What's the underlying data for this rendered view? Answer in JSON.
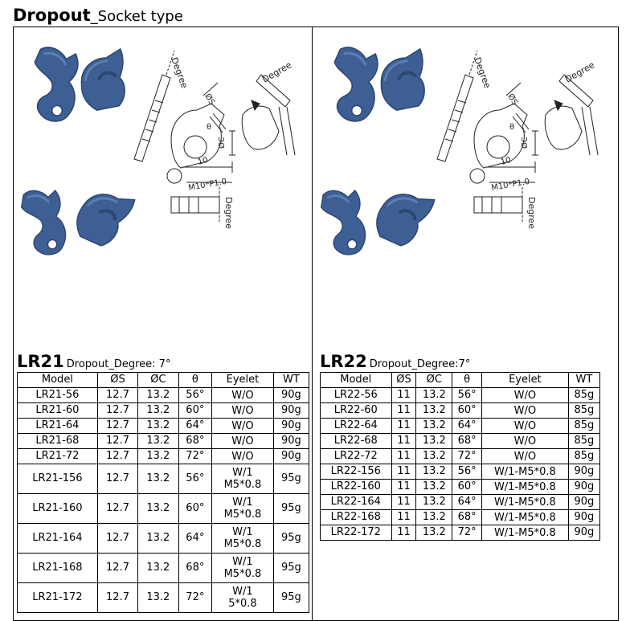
{
  "title": {
    "strong": "Dropout",
    "light": "_Socket type"
  },
  "colors": {
    "part": "#3d5f94",
    "part_shade": "#2c476f",
    "part_highlight": "#5b7fb4",
    "line": "#222222"
  },
  "drawing_labels": [
    "Degree",
    "ØS",
    "θ",
    "ØC",
    "10",
    "M10*P1.0",
    "Degree",
    "Degree"
  ],
  "left": {
    "code": "LR21",
    "subtitle": "Dropout_Degree: 7°",
    "headers": [
      "Model",
      "ØS",
      "ØC",
      "θ",
      "Eyelet",
      "WT"
    ],
    "rows": [
      [
        "LR21-56",
        "12.7",
        "13.2",
        "56°",
        "W/O",
        "90g"
      ],
      [
        "LR21-60",
        "12.7",
        "13.2",
        "60°",
        "W/O",
        "90g"
      ],
      [
        "LR21-64",
        "12.7",
        "13.2",
        "64°",
        "W/O",
        "90g"
      ],
      [
        "LR21-68",
        "12.7",
        "13.2",
        "68°",
        "W/O",
        "90g"
      ],
      [
        "LR21-72",
        "12.7",
        "13.2",
        "72°",
        "W/O",
        "90g"
      ],
      [
        "LR21-156",
        "12.7",
        "13.2",
        "56°",
        "W/1\nM5*0.8",
        "95g"
      ],
      [
        "LR21-160",
        "12.7",
        "13.2",
        "60°",
        "W/1\nM5*0.8",
        "95g"
      ],
      [
        "LR21-164",
        "12.7",
        "13.2",
        "64°",
        "W/1\nM5*0.8",
        "95g"
      ],
      [
        "LR21-168",
        "12.7",
        "13.2",
        "68°",
        "W/1\nM5*0.8",
        "95g"
      ],
      [
        "LR21-172",
        "12.7",
        "13.2",
        "72°",
        "W/1\n5*0.8",
        "95g"
      ]
    ]
  },
  "right": {
    "code": "LR22",
    "subtitle": "Dropout_Degree:7°",
    "headers": [
      "Model",
      "ØS",
      "ØC",
      "θ",
      "Eyelet",
      "WT"
    ],
    "rows": [
      [
        "LR22-56",
        "11",
        "13.2",
        "56°",
        "W/O",
        "85g"
      ],
      [
        "LR22-60",
        "11",
        "13.2",
        "60°",
        "W/O",
        "85g"
      ],
      [
        "LR22-64",
        "11",
        "13.2",
        "64°",
        "W/O",
        "85g"
      ],
      [
        "LR22-68",
        "11",
        "13.2",
        "68°",
        "W/O",
        "85g"
      ],
      [
        "LR22-72",
        "11",
        "13.2",
        "72°",
        "W/O",
        "85g"
      ],
      [
        "LR22-156",
        "11",
        "13.2",
        "56°",
        "W/1-M5*0.8",
        "90g"
      ],
      [
        "LR22-160",
        "11",
        "13.2",
        "60°",
        "W/1-M5*0.8",
        "90g"
      ],
      [
        "LR22-164",
        "11",
        "13.2",
        "64°",
        "W/1-M5*0.8",
        "90g"
      ],
      [
        "LR22-168",
        "11",
        "13.2",
        "68°",
        "W/1-M5*0.8",
        "90g"
      ],
      [
        "LR22-172",
        "11",
        "13.2",
        "72°",
        "W/1-M5*0.8",
        "90g"
      ]
    ]
  }
}
